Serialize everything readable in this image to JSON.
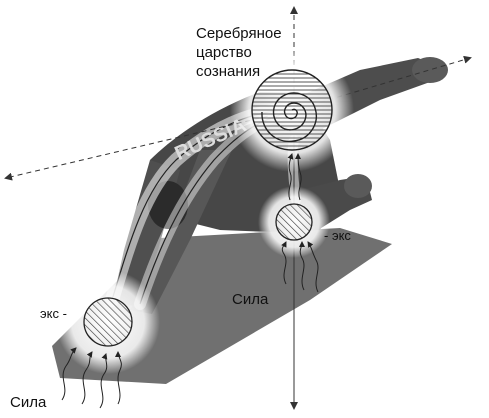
{
  "title_lines": [
    "Серебряное",
    "царство",
    "сознания"
  ],
  "labels": {
    "force_left": "Сила",
    "force_right": "Сила",
    "eks_left": "экс -",
    "eks_right": "- экс"
  },
  "jersey_text": "RUSSIA",
  "colors": {
    "background": "#ffffff",
    "figure": "#4a4a4a",
    "mat": "#6e6e6e",
    "glow": "#ffffff",
    "axis": "#333333"
  },
  "icons": [
    "spiral-circle",
    "hatched-circle",
    "force-arrow",
    "axis-arrow"
  ]
}
